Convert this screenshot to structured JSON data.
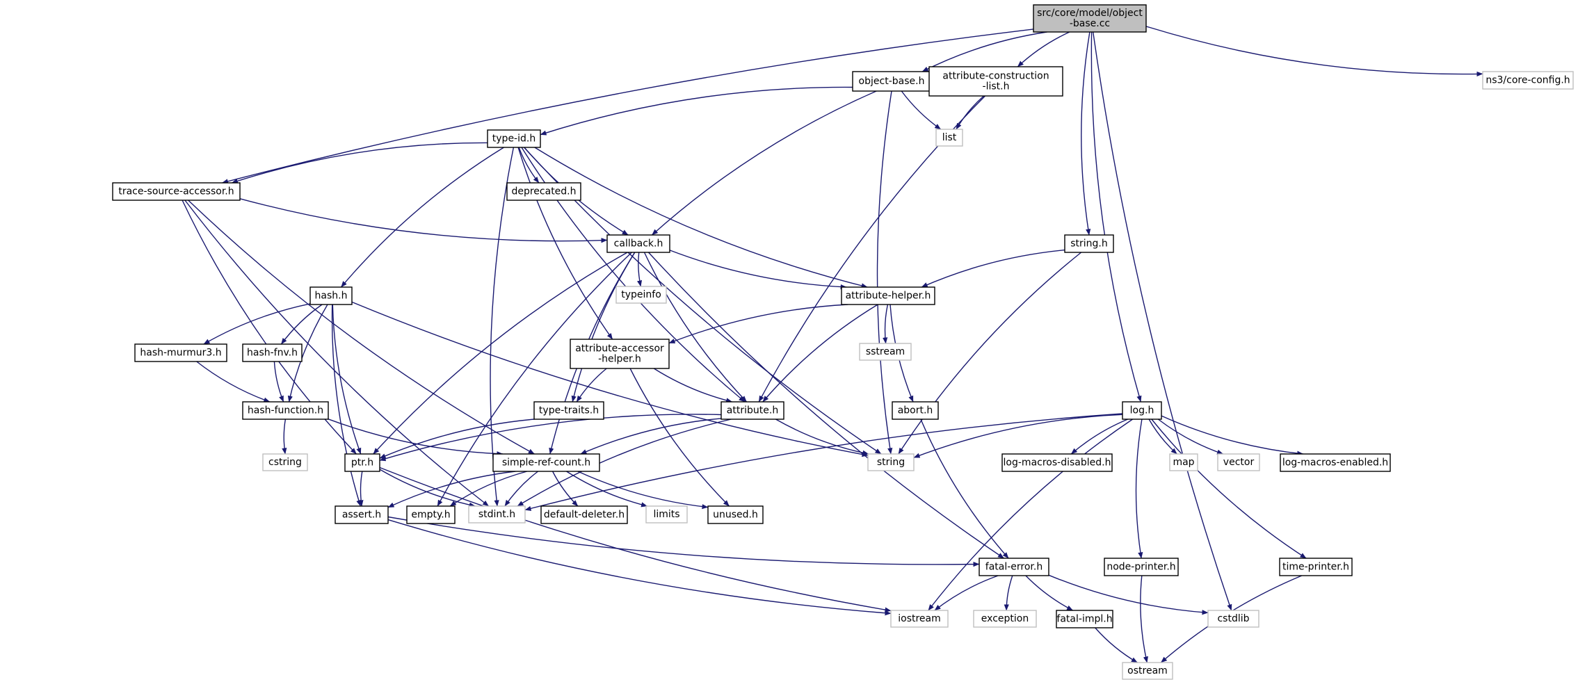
{
  "colors": {
    "edge": "#191970",
    "root_fill": "#bfbfbf",
    "local_border": "#000000",
    "external_border": "#bfbfbf"
  },
  "nodes": [
    {
      "id": "root",
      "kind": "root",
      "lines": [
        "src/core/model/object",
        "-base.cc"
      ]
    },
    {
      "id": "object-base-h",
      "kind": "local",
      "lines": [
        "object-base.h"
      ]
    },
    {
      "id": "attr-construction-list-h",
      "kind": "local",
      "lines": [
        "attribute-construction",
        "-list.h"
      ]
    },
    {
      "id": "core-config-h",
      "kind": "external",
      "lines": [
        "ns3/core-config.h"
      ]
    },
    {
      "id": "type-id-h",
      "kind": "local",
      "lines": [
        "type-id.h"
      ]
    },
    {
      "id": "list",
      "kind": "external",
      "lines": [
        "list"
      ]
    },
    {
      "id": "trace-source-accessor-h",
      "kind": "local",
      "lines": [
        "trace-source-accessor.h"
      ]
    },
    {
      "id": "deprecated-h",
      "kind": "local",
      "lines": [
        "deprecated.h"
      ]
    },
    {
      "id": "callback-h",
      "kind": "local",
      "lines": [
        "callback.h"
      ]
    },
    {
      "id": "string-h",
      "kind": "local",
      "lines": [
        "string.h"
      ]
    },
    {
      "id": "hash-h",
      "kind": "local",
      "lines": [
        "hash.h"
      ]
    },
    {
      "id": "typeinfo",
      "kind": "external",
      "lines": [
        "typeinfo"
      ]
    },
    {
      "id": "attribute-helper-h",
      "kind": "local",
      "lines": [
        "attribute-helper.h"
      ]
    },
    {
      "id": "hash-murmur3-h",
      "kind": "local",
      "lines": [
        "hash-murmur3.h"
      ]
    },
    {
      "id": "hash-fnv-h",
      "kind": "local",
      "lines": [
        "hash-fnv.h"
      ]
    },
    {
      "id": "attr-accessor-helper-h",
      "kind": "local",
      "lines": [
        "attribute-accessor",
        "-helper.h"
      ]
    },
    {
      "id": "sstream",
      "kind": "external",
      "lines": [
        "sstream"
      ]
    },
    {
      "id": "hash-function-h",
      "kind": "local",
      "lines": [
        "hash-function.h"
      ]
    },
    {
      "id": "type-traits-h",
      "kind": "local",
      "lines": [
        "type-traits.h"
      ]
    },
    {
      "id": "attribute-h",
      "kind": "local",
      "lines": [
        "attribute.h"
      ]
    },
    {
      "id": "abort-h",
      "kind": "local",
      "lines": [
        "abort.h"
      ]
    },
    {
      "id": "log-h",
      "kind": "local",
      "lines": [
        "log.h"
      ]
    },
    {
      "id": "cstring",
      "kind": "external",
      "lines": [
        "cstring"
      ]
    },
    {
      "id": "ptr-h",
      "kind": "local",
      "lines": [
        "ptr.h"
      ]
    },
    {
      "id": "simple-ref-count-h",
      "kind": "local",
      "lines": [
        "simple-ref-count.h"
      ]
    },
    {
      "id": "string",
      "kind": "external",
      "lines": [
        "string"
      ]
    },
    {
      "id": "log-macros-disabled-h",
      "kind": "local",
      "lines": [
        "log-macros-disabled.h"
      ]
    },
    {
      "id": "map",
      "kind": "external",
      "lines": [
        "map"
      ]
    },
    {
      "id": "vector",
      "kind": "external",
      "lines": [
        "vector"
      ]
    },
    {
      "id": "log-macros-enabled-h",
      "kind": "local",
      "lines": [
        "log-macros-enabled.h"
      ]
    },
    {
      "id": "assert-h",
      "kind": "local",
      "lines": [
        "assert.h"
      ]
    },
    {
      "id": "empty-h",
      "kind": "local",
      "lines": [
        "empty.h"
      ]
    },
    {
      "id": "stdint-h",
      "kind": "external",
      "lines": [
        "stdint.h"
      ]
    },
    {
      "id": "default-deleter-h",
      "kind": "local",
      "lines": [
        "default-deleter.h"
      ]
    },
    {
      "id": "limits",
      "kind": "external",
      "lines": [
        "limits"
      ]
    },
    {
      "id": "unused-h",
      "kind": "local",
      "lines": [
        "unused.h"
      ]
    },
    {
      "id": "fatal-error-h",
      "kind": "local",
      "lines": [
        "fatal-error.h"
      ]
    },
    {
      "id": "node-printer-h",
      "kind": "local",
      "lines": [
        "node-printer.h"
      ]
    },
    {
      "id": "time-printer-h",
      "kind": "local",
      "lines": [
        "time-printer.h"
      ]
    },
    {
      "id": "iostream",
      "kind": "external",
      "lines": [
        "iostream"
      ]
    },
    {
      "id": "exception",
      "kind": "external",
      "lines": [
        "exception"
      ]
    },
    {
      "id": "fatal-impl-h",
      "kind": "local",
      "lines": [
        "fatal-impl.h"
      ]
    },
    {
      "id": "cstdlib",
      "kind": "external",
      "lines": [
        "cstdlib"
      ]
    },
    {
      "id": "ostream",
      "kind": "external",
      "lines": [
        "ostream"
      ]
    }
  ],
  "edges": [
    [
      "root",
      "object-base-h"
    ],
    [
      "root",
      "attr-construction-list-h"
    ],
    [
      "root",
      "core-config-h"
    ],
    [
      "root",
      "trace-source-accessor-h"
    ],
    [
      "root",
      "string-h"
    ],
    [
      "root",
      "log-h"
    ],
    [
      "root",
      "cstdlib"
    ],
    [
      "object-base-h",
      "type-id-h"
    ],
    [
      "object-base-h",
      "list"
    ],
    [
      "object-base-h",
      "callback-h"
    ],
    [
      "object-base-h",
      "string"
    ],
    [
      "attr-construction-list-h",
      "list"
    ],
    [
      "attr-construction-list-h",
      "attribute-h"
    ],
    [
      "type-id-h",
      "trace-source-accessor-h"
    ],
    [
      "type-id-h",
      "deprecated-h"
    ],
    [
      "type-id-h",
      "callback-h"
    ],
    [
      "type-id-h",
      "hash-h"
    ],
    [
      "type-id-h",
      "attribute-helper-h"
    ],
    [
      "type-id-h",
      "attr-accessor-helper-h"
    ],
    [
      "type-id-h",
      "attribute-h"
    ],
    [
      "type-id-h",
      "stdint-h"
    ],
    [
      "type-id-h",
      "string"
    ],
    [
      "trace-source-accessor-h",
      "callback-h"
    ],
    [
      "trace-source-accessor-h",
      "ptr-h"
    ],
    [
      "trace-source-accessor-h",
      "simple-ref-count-h"
    ],
    [
      "trace-source-accessor-h",
      "stdint-h"
    ],
    [
      "callback-h",
      "typeinfo"
    ],
    [
      "callback-h",
      "attribute-helper-h"
    ],
    [
      "callback-h",
      "type-traits-h"
    ],
    [
      "callback-h",
      "attribute-h"
    ],
    [
      "callback-h",
      "ptr-h"
    ],
    [
      "callback-h",
      "simple-ref-count-h"
    ],
    [
      "callback-h",
      "empty-h"
    ],
    [
      "callback-h",
      "fatal-error-h"
    ],
    [
      "string-h",
      "attribute-helper-h"
    ],
    [
      "string-h",
      "string"
    ],
    [
      "hash-h",
      "hash-murmur3-h"
    ],
    [
      "hash-h",
      "hash-fnv-h"
    ],
    [
      "hash-h",
      "hash-function-h"
    ],
    [
      "hash-h",
      "ptr-h"
    ],
    [
      "hash-h",
      "string"
    ],
    [
      "hash-h",
      "assert-h"
    ],
    [
      "attribute-helper-h",
      "attr-accessor-helper-h"
    ],
    [
      "attribute-helper-h",
      "sstream"
    ],
    [
      "attribute-helper-h",
      "attribute-h"
    ],
    [
      "attribute-helper-h",
      "abort-h"
    ],
    [
      "hash-murmur3-h",
      "hash-function-h"
    ],
    [
      "hash-fnv-h",
      "hash-function-h"
    ],
    [
      "hash-function-h",
      "cstring"
    ],
    [
      "hash-function-h",
      "simple-ref-count-h"
    ],
    [
      "attr-accessor-helper-h",
      "type-traits-h"
    ],
    [
      "attr-accessor-helper-h",
      "attribute-h"
    ],
    [
      "attr-accessor-helper-h",
      "unused-h"
    ],
    [
      "type-traits-h",
      "ptr-h"
    ],
    [
      "attribute-h",
      "ptr-h"
    ],
    [
      "attribute-h",
      "simple-ref-count-h"
    ],
    [
      "attribute-h",
      "string"
    ],
    [
      "attribute-h",
      "stdint-h"
    ],
    [
      "abort-h",
      "fatal-error-h"
    ],
    [
      "log-h",
      "string"
    ],
    [
      "log-h",
      "log-macros-disabled-h"
    ],
    [
      "log-h",
      "map"
    ],
    [
      "log-h",
      "vector"
    ],
    [
      "log-h",
      "log-macros-enabled-h"
    ],
    [
      "log-h",
      "node-printer-h"
    ],
    [
      "log-h",
      "time-printer-h"
    ],
    [
      "log-h",
      "iostream"
    ],
    [
      "log-h",
      "stdint-h"
    ],
    [
      "ptr-h",
      "assert-h"
    ],
    [
      "ptr-h",
      "stdint-h"
    ],
    [
      "ptr-h",
      "iostream"
    ],
    [
      "simple-ref-count-h",
      "assert-h"
    ],
    [
      "simple-ref-count-h",
      "empty-h"
    ],
    [
      "simple-ref-count-h",
      "stdint-h"
    ],
    [
      "simple-ref-count-h",
      "default-deleter-h"
    ],
    [
      "simple-ref-count-h",
      "limits"
    ],
    [
      "simple-ref-count-h",
      "unused-h"
    ],
    [
      "assert-h",
      "fatal-error-h"
    ],
    [
      "assert-h",
      "iostream"
    ],
    [
      "fatal-error-h",
      "iostream"
    ],
    [
      "fatal-error-h",
      "exception"
    ],
    [
      "fatal-error-h",
      "fatal-impl-h"
    ],
    [
      "fatal-error-h",
      "cstdlib"
    ],
    [
      "fatal-impl-h",
      "ostream"
    ],
    [
      "node-printer-h",
      "ostream"
    ],
    [
      "time-printer-h",
      "ostream"
    ]
  ]
}
